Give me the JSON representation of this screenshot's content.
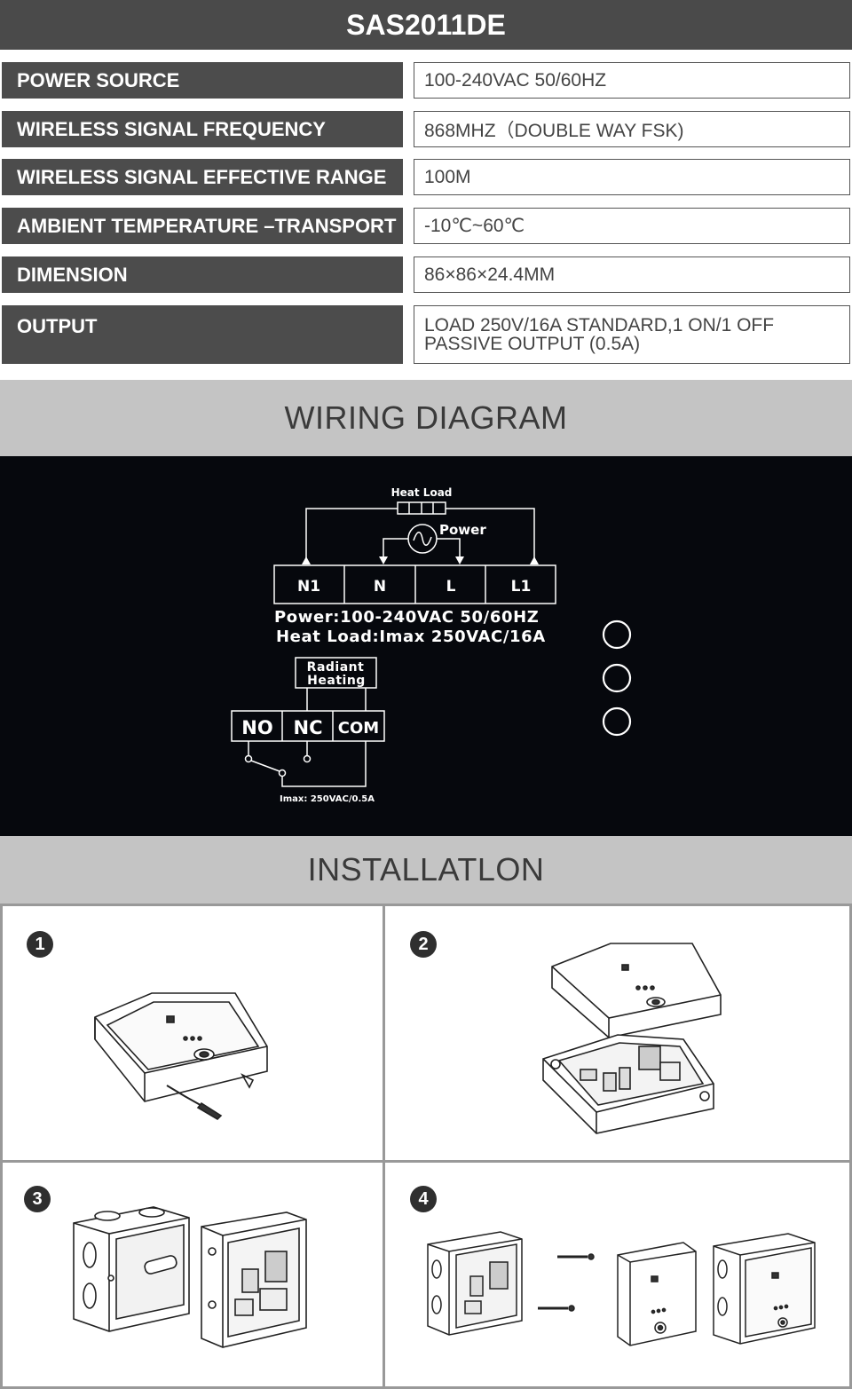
{
  "model": "SAS2011DE",
  "specs": [
    {
      "label": "POWER SOURCE",
      "value": "100-240VAC  50/60HZ"
    },
    {
      "label": "WIRELESS SIGNAL FREQUENCY",
      "value": "868MHZ（DOUBLE WAY FSK)"
    },
    {
      "label": "WIRELESS SIGNAL EFFECTIVE RANGE",
      "value": "100M"
    },
    {
      "label": "AMBIENT TEMPERATURE –TRANSPORT",
      "value": "-10℃~60℃"
    },
    {
      "label": "DIMENSION",
      "value": "86×86×24.4MM"
    },
    {
      "label": "OUTPUT",
      "value": "LOAD 250V/16A STANDARD,1 ON/1 OFF\nPASSIVE OUTPUT (0.5A)"
    }
  ],
  "wiring": {
    "title": "WIRING DIAGRAM",
    "heat_load": "Heat Load",
    "power": "Power",
    "terminals": [
      "N1",
      "N",
      "L",
      "L1"
    ],
    "power_spec": "Power:100-240VAC 50/60HZ",
    "heat_load_spec": "Heat Load:Imax 250VAC/16A",
    "radiant_line1": "Radiant",
    "radiant_line2": "Heating",
    "relay_terminals": [
      "NO",
      "NC",
      "COM"
    ],
    "imax_note": "Imax: 250VAC/0.5A"
  },
  "installation": {
    "title": "INSTALLATLON",
    "steps": [
      "1",
      "2",
      "3",
      "4"
    ]
  },
  "colors": {
    "header_bg": "#4a4a4a",
    "label_bg": "#4c4c4c",
    "section_bg": "#c4c4c4",
    "diagram_bg": "#06080d"
  }
}
